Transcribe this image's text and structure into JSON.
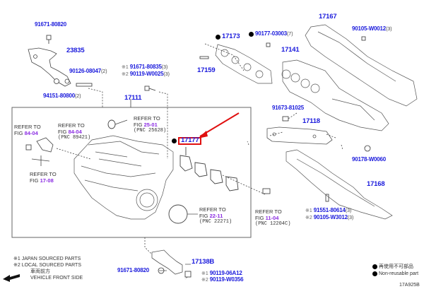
{
  "diagram": {
    "figure_id": "17A925B",
    "highlighted_part": "17177",
    "accent_colors": {
      "part_number": "#1a1adc",
      "figure_link": "#8a2be2",
      "highlight": "#e01010"
    },
    "parts": {
      "p91671_80820_top": {
        "number": "91671-80820"
      },
      "p23835": {
        "number": "23835"
      },
      "p90126_08047": {
        "number": "90126-08047",
        "qty": "(2)"
      },
      "p94151_80800": {
        "number": "94151-80800",
        "qty": "(2)"
      },
      "p91671_80835": {
        "marker": "※1",
        "number": "91671-80835",
        "qty": "(3)"
      },
      "p90119_W0025": {
        "marker": "※2",
        "number": "90119-W0025",
        "qty": "(3)"
      },
      "p17111": {
        "number": "17111"
      },
      "p17173": {
        "number": "17173"
      },
      "p17159": {
        "number": "17159"
      },
      "p90177_03003": {
        "number": "90177-03003",
        "qty": "(7)"
      },
      "p17141": {
        "number": "17141"
      },
      "p17167": {
        "number": "17167"
      },
      "p90105_W0012_top": {
        "number": "90105-W0012",
        "qty": "(3)"
      },
      "p17177": {
        "number": "17177"
      },
      "p91673_81025": {
        "number": "91673-81025"
      },
      "p17118": {
        "number": "17118"
      },
      "p90178_W0060": {
        "number": "90178-W0060"
      },
      "p17168": {
        "number": "17168"
      },
      "p91551_80614": {
        "marker": "※1",
        "number": "91551-80614",
        "qty": "(3)"
      },
      "p90105_W3012": {
        "marker": "※2",
        "number": "90105-W3012",
        "qty": "(3)"
      },
      "p17138B": {
        "number": "17138B"
      },
      "p91671_80820_bottom": {
        "number": "91671-80820"
      },
      "p90119_06A12": {
        "marker": "※1",
        "number": "90119-06A12"
      },
      "p90119_W0356": {
        "marker": "※2",
        "number": "90119-W0356"
      }
    },
    "references": [
      {
        "line1": "REFER TO",
        "fig_prefix": "FIG",
        "fig": "84-04",
        "pnc": ""
      },
      {
        "line1": "REFER TO",
        "fig_prefix": "FIG",
        "fig": "84-04",
        "pnc": "(PNC 89421)"
      },
      {
        "line1": "REFER TO",
        "fig_prefix": "FIG",
        "fig": "17-08",
        "pnc": ""
      },
      {
        "line1": "REFER TO",
        "fig_prefix": "FIG",
        "fig": "25-01",
        "pnc": "(PNC 25628)"
      },
      {
        "line1": "REFER TO",
        "fig_prefix": "FIG",
        "fig": "22-11",
        "pnc": "(PNC 22271)"
      },
      {
        "line1": "REFER TO",
        "fig_prefix": "FIG",
        "fig": "11-04",
        "pnc": "(PNC 12204C)"
      }
    ],
    "legend": {
      "japan": "※1 JAPAN SOURCED PARTS",
      "local": "※2 LOCAL SOURCED PARTS",
      "front_jp": "車両前方",
      "front_en": "VEHICLE FRONT SIDE",
      "nonreuse_jp": "再使用不可部品",
      "nonreuse_en": "Non-reusable part"
    }
  }
}
